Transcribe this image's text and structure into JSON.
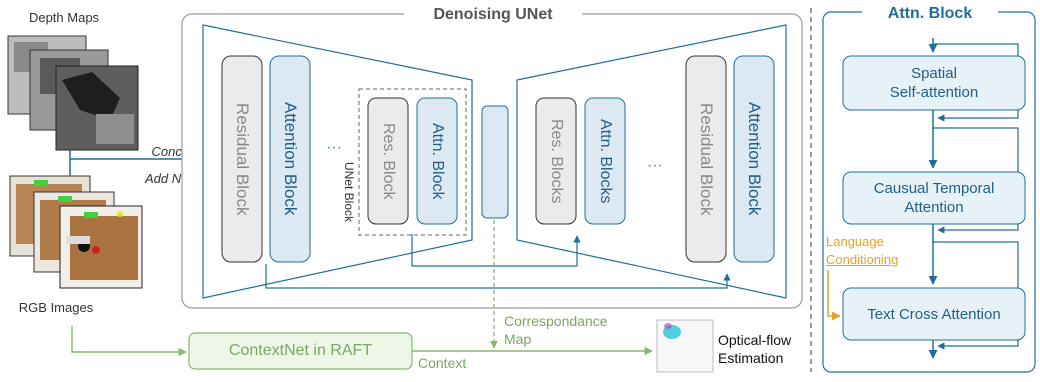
{
  "title": "Denoising UNet",
  "attn_panel_title": "Attn. Block",
  "inputs": {
    "depth_label": "Depth Maps",
    "rgb_label": "RGB Images",
    "concat_label_1": "Concat &",
    "concat_label_2": "Add Noise"
  },
  "unet": {
    "residual_block": "Residual Block",
    "attention_block": "Attention Block",
    "res_block": "Res. Block",
    "attn_block": "Attn. Block",
    "unet_block": "UNet Block",
    "res_blocks": "Res. Blocks",
    "attn_blocks": "Attn. Blocks",
    "ellipsis": "···"
  },
  "attn_panel": {
    "spatial_1": "Spatial",
    "spatial_2": "Self-attention",
    "temporal_1": "Causual Temporal",
    "temporal_2": "Attention",
    "lang_1": "Language",
    "lang_2": "Conditioning",
    "cross": "Text Cross Attention"
  },
  "bottom": {
    "contextnet": "ContextNet in RAFT",
    "context": "Context",
    "corr_1": "Correspondance",
    "corr_2": "Map",
    "flow_1": "Optical-flow",
    "flow_2": "Estimation"
  },
  "colors": {
    "accent_blue": "#1f6f9a",
    "block_blue_fill": "#dce8f2",
    "gray_fill": "#ebebeb",
    "green": "#86b96c",
    "orange": "#e7a12a",
    "panel_blue": "#e7f2f8"
  }
}
